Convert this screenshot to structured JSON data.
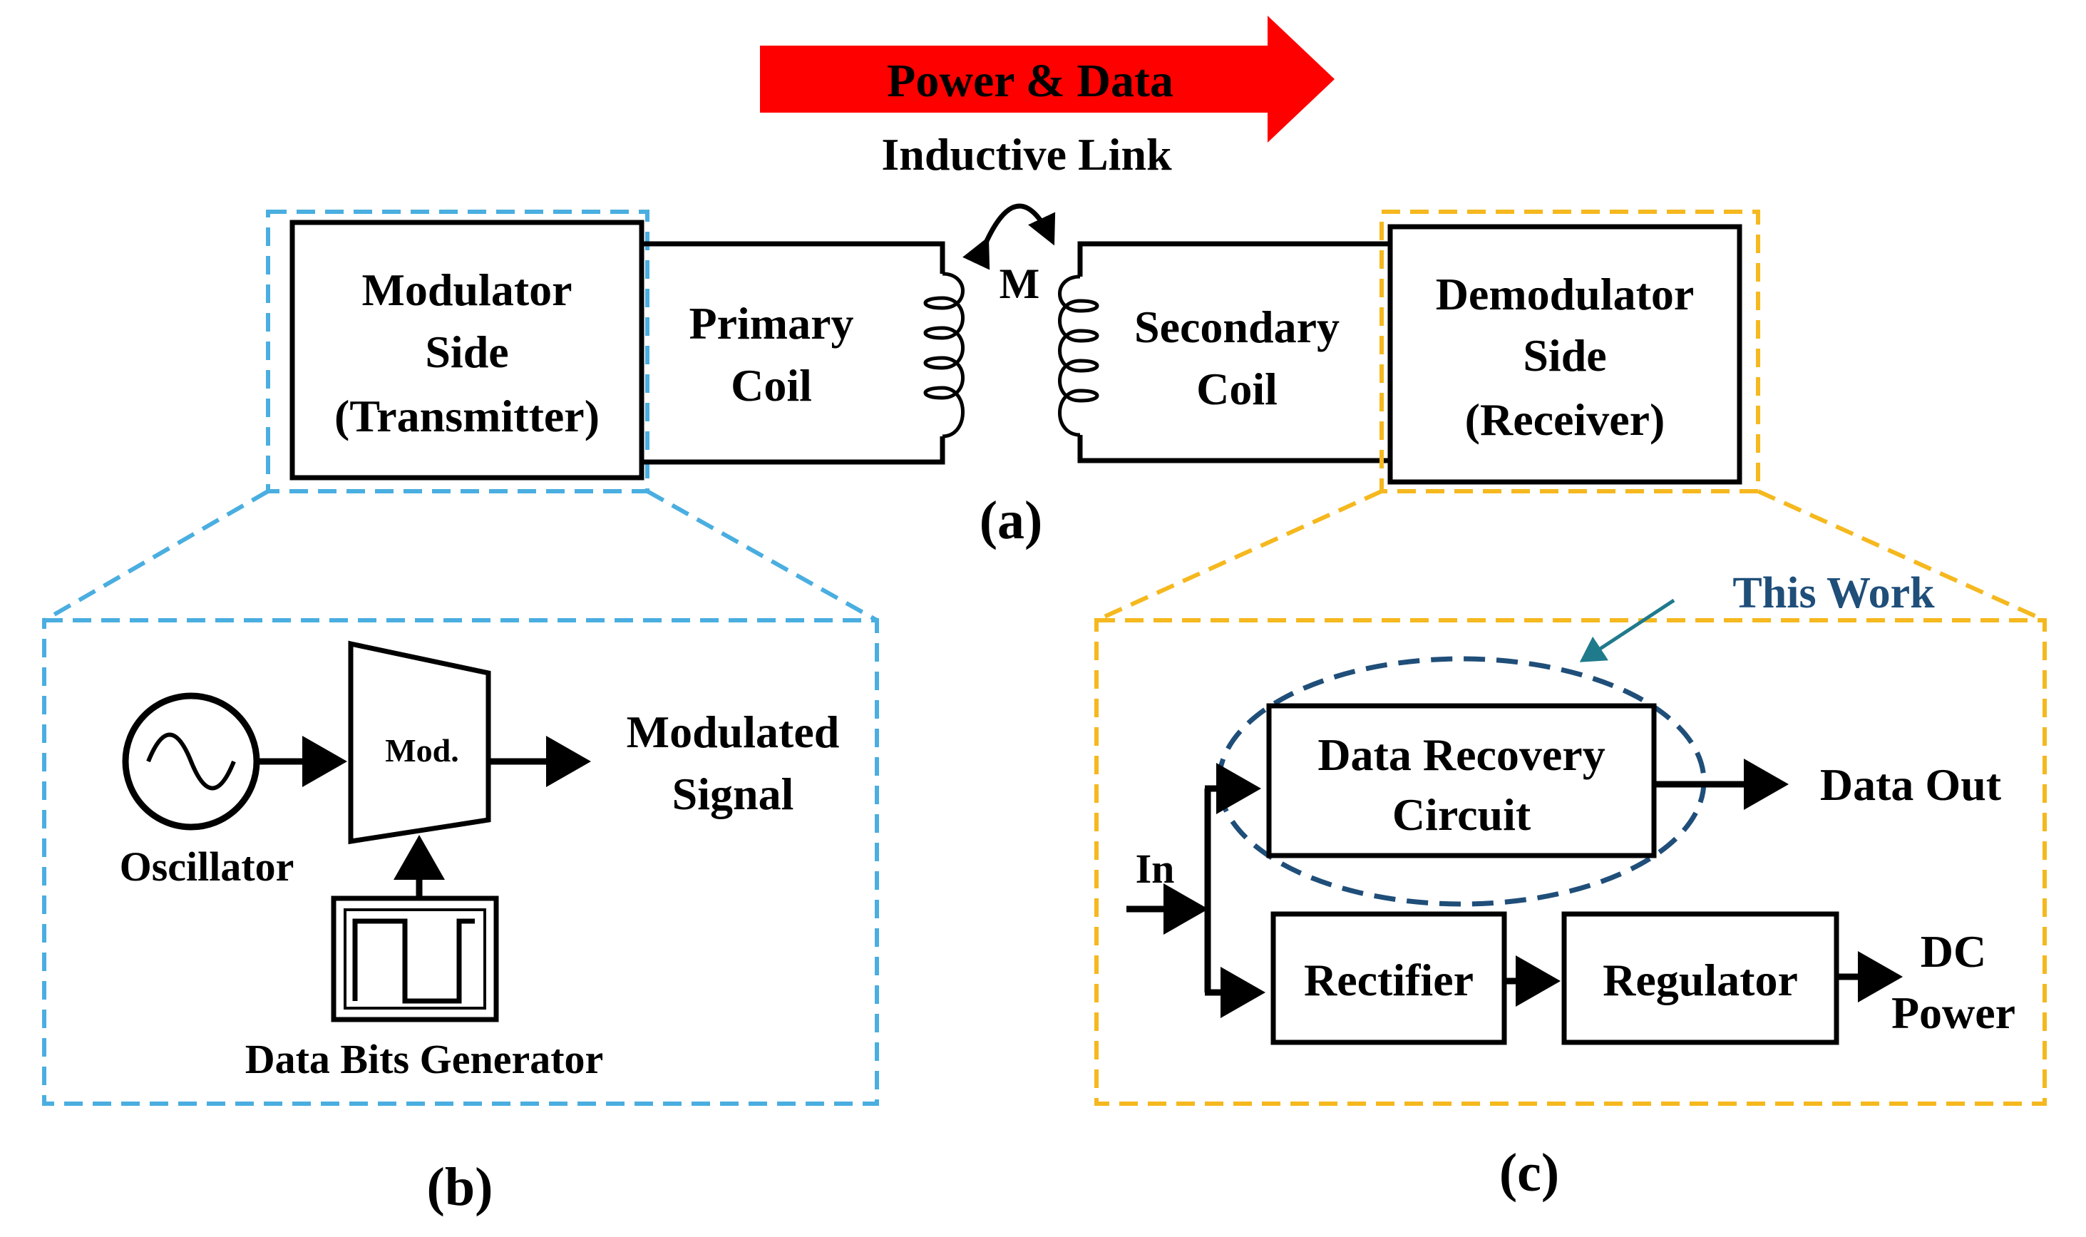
{
  "colors": {
    "arrow_red": "#ff0000",
    "transmitter_outline": "#4aaee0",
    "receiver_outline": "#f5b81e",
    "this_work": "#1f4e79"
  },
  "top": {
    "arrow_label": "Power & Data",
    "link_label": "Inductive Link",
    "mutual_label": "M",
    "modulator_lines": [
      "Modulator",
      "Side",
      "(Transmitter)"
    ],
    "primary_lines": [
      "Primary",
      "Coil"
    ],
    "secondary_lines": [
      "Secondary",
      "Coil"
    ],
    "demodulator_lines": [
      "Demodulator",
      "Side",
      "(Receiver)"
    ],
    "caption": "(a)"
  },
  "transmitter": {
    "oscillator": "Oscillator",
    "modulator": "Mod.",
    "output_lines": [
      "Modulated",
      "Signal"
    ],
    "data_bits": "Data Bits Generator",
    "caption": "(b)"
  },
  "receiver": {
    "this_work": "This Work",
    "input": "In",
    "data_recovery_lines": [
      "Data Recovery",
      "Circuit"
    ],
    "data_out": "Data Out",
    "rectifier": "Rectifier",
    "regulator": "Regulator",
    "dc_lines": [
      "DC",
      "Power"
    ],
    "caption": "(c)"
  }
}
